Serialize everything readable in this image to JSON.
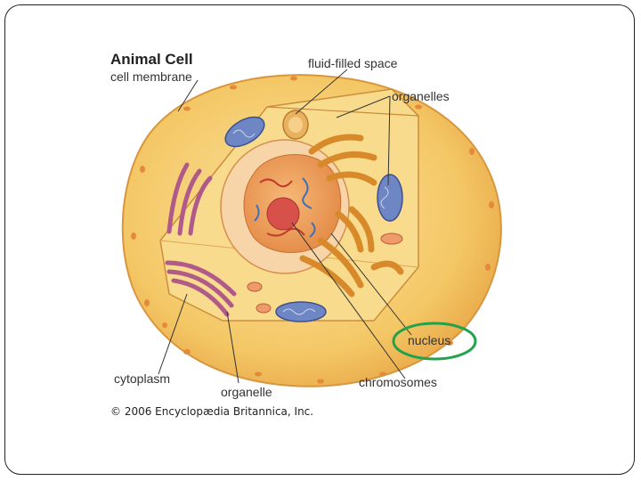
{
  "diagram": {
    "title": "Animal Cell",
    "labels": {
      "cell_membrane": "cell membrane",
      "fluid_filled_space": "fluid-filled space",
      "organelles": "organelles",
      "nucleus": "nucleus",
      "cytoplasm": "cytoplasm",
      "organelle": "organelle",
      "chromosomes": "chromosomes"
    },
    "copyright": "© 2006 Encyclopædia Britannica, Inc.",
    "colors": {
      "membrane": "#f1c46b",
      "cytoplasm": "#f7d98e",
      "golgi": "#d88a2a",
      "er": "#b05a8a",
      "mitochondria": "#6f86c4",
      "nucleus": "#f0a35f",
      "nucleolus": "#d8504a",
      "highlight_ring": "#22a24a"
    }
  }
}
